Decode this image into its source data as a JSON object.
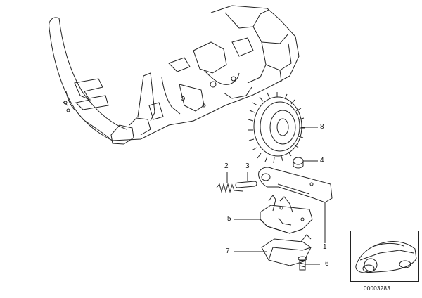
{
  "callouts": {
    "c1": "1",
    "c2": "2",
    "c3": "3",
    "c4": "4",
    "c5": "5",
    "c6": "6",
    "c7": "7",
    "c8": "8"
  },
  "document_number": "00003283",
  "colors": {
    "line": "#222222",
    "background": "#ffffff"
  }
}
